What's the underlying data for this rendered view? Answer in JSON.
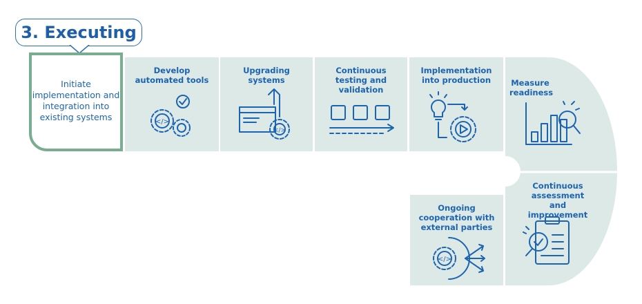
{
  "phase_label": "3. Executing",
  "steps": [
    {
      "label": "Initiate implementation and integration into existing systems"
    },
    {
      "label": "Develop automated tools",
      "icon": "gears-check-icon"
    },
    {
      "label": "Upgrading systems",
      "icon": "system-upgrade-icon"
    },
    {
      "label": "Continuous testing and validation",
      "icon": "testing-pipeline-icon"
    },
    {
      "label": "Implementation into production",
      "icon": "idea-to-production-icon"
    },
    {
      "label": "Measure readiness",
      "icon": "bar-chart-magnifier-icon"
    },
    {
      "label": "Continuous assessment and improvement",
      "icon": "clipboard-magnifier-icon"
    },
    {
      "label": "Ongoing cooperation with external parties",
      "icon": "code-gear-arrows-icon"
    }
  ],
  "colors": {
    "tile": "#dde9e6",
    "accent_border": "#78ae8f",
    "text": "#1c64b1"
  }
}
